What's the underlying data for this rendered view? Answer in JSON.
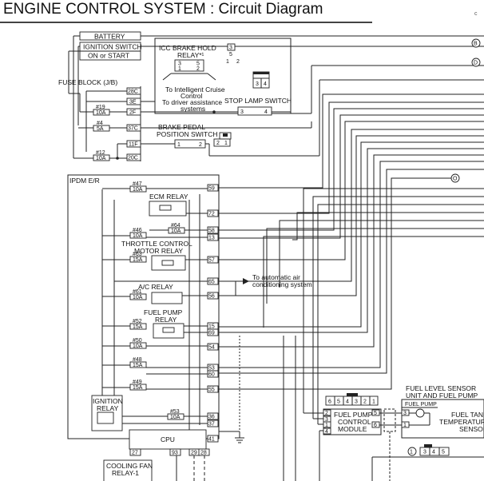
{
  "title": "ENGINE CONTROL SYSTEM : Circuit Diagram",
  "corner_mark": "c",
  "sources": {
    "battery": "BATTERY",
    "ign_l1": "IGNITION SWITCH",
    "ign_l2": "ON or START"
  },
  "fuse_block": {
    "label": "FUSE BLOCK (J/B)",
    "pins": [
      "28C",
      "3E",
      "2F",
      "37C",
      "11F",
      "20C"
    ],
    "fuses": [
      {
        "num": "#19",
        "amp": "10A"
      },
      {
        "num": "#4",
        "amp": "5A"
      },
      {
        "num": "#12",
        "amp": "10A"
      }
    ]
  },
  "icc_relay": {
    "l1": "ICC BRAKE HOLD",
    "l2": "RELAY*¹",
    "pins": [
      "3",
      "5",
      "1",
      "2",
      "3",
      "5",
      "1",
      "2"
    ],
    "n1": "To Intelligent Cruise",
    "n2": "Control",
    "n3": "To driver assistance",
    "n4": "systems"
  },
  "stop_lamp": {
    "label": "STOP LAMP SWITCH",
    "pins": [
      "3",
      "4",
      "3",
      "4"
    ]
  },
  "brake_pedal": {
    "l1": "BRAKE PEDAL",
    "l2": "POSITION SWITCH",
    "pins": [
      "1",
      "2",
      "2",
      "1"
    ]
  },
  "ipdm": {
    "label": "IPDM E/R",
    "fuses": [
      {
        "num": "#47",
        "amp": "10A"
      },
      {
        "num": "#64",
        "amp": "10A"
      },
      {
        "num": "#46",
        "amp": "10A"
      },
      {
        "num": "#63",
        "amp": "15A"
      },
      {
        "num": "#61",
        "amp": "10A"
      },
      {
        "num": "#52",
        "amp": "15A"
      },
      {
        "num": "#50",
        "amp": "10A"
      },
      {
        "num": "#48",
        "amp": "15A"
      },
      {
        "num": "#49",
        "amp": "15A"
      },
      {
        "num": "#53",
        "amp": "10A"
      }
    ],
    "pins": [
      "59",
      "72",
      "58",
      "13",
      "57",
      "65",
      "56",
      "15",
      "69",
      "54",
      "53",
      "60",
      "55",
      "36",
      "37",
      "41",
      "27",
      "93",
      "29",
      "28"
    ],
    "ecm_relay": "ECM RELAY",
    "throttle_l1": "THROTTLE CONTROL",
    "throttle_l2": "MOTOR RELAY",
    "ac_relay": "A/C RELAY",
    "fp_l1": "FUEL PUMP",
    "fp_l2": "RELAY",
    "ign_l1": "IGNITION",
    "ign_l2": "RELAY",
    "cpu": "CPU",
    "fan_l1": "COOLING FAN",
    "fan_l2": "RELAY-1"
  },
  "notes": {
    "ac_l1": "To automatic air",
    "ac_l2": "conditioning system"
  },
  "fp_module": {
    "l1": "FUEL PUMP",
    "l2": "CONTROL",
    "l3": "MODULE",
    "conn": [
      "6",
      "5",
      "4",
      "3",
      "2",
      "1"
    ],
    "pins": [
      "2",
      "3",
      "1",
      "4",
      "5",
      "6"
    ]
  },
  "fuel_level": {
    "l1": "FUEL LEVEL SENSOR",
    "l2": "UNIT AND FUEL PUMP",
    "l3": "FUEL PUMP",
    "pins": [
      "3",
      "1"
    ],
    "temp_l1": "FUEL TANK",
    "temp_l2": "TEMPERATURE",
    "temp_l3": "SENSOR",
    "conn": [
      "1",
      "3",
      "4",
      "5"
    ]
  },
  "refs": [
    "B",
    "D",
    "O"
  ],
  "icons": {
    "relay": "relay-coil-icon",
    "fuse": "fuse-icon",
    "ground": "ground-icon",
    "circle_ref": "circle-connector-icon"
  }
}
